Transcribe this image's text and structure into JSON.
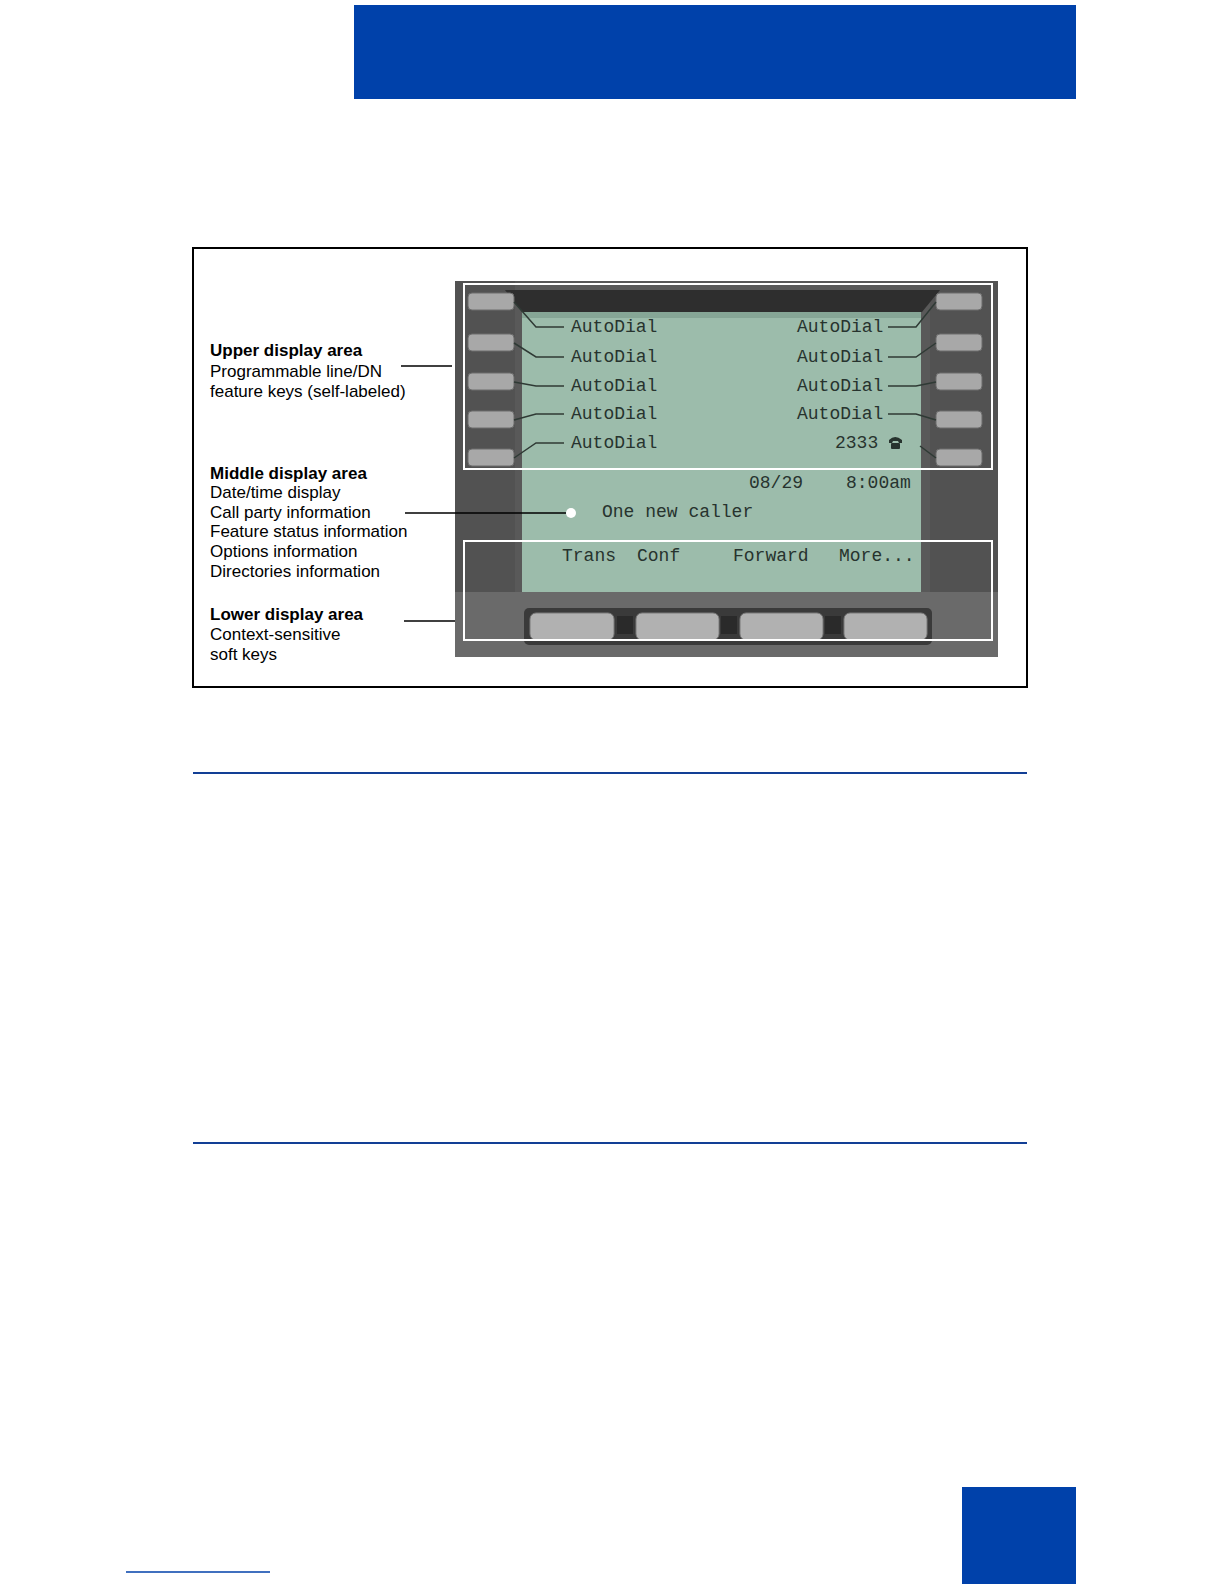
{
  "diagram": {
    "nodes": [
      {
        "text": [
          "AutoDial",
          "AutoDial",
          "AutoDial",
          "AutoDial",
          "AutoDial",
          "AutoDial",
          "AutoDial",
          "AutoDial",
          "AutoDial",
          "2333"
        ]
      },
      {
        "text": [
          "Trans",
          "Conf",
          "Forward",
          "More..."
        ]
      }
    ],
    "labels": [
      "Upper display area",
      "Programmable line/DN feature keys (self-labeled)",
      "Middle display area",
      "Date/time display",
      "Call party information",
      "Feature status information",
      "Options information",
      "Directories information",
      "Lower display area",
      "Context-sensitive soft keys",
      "08/29",
      "8:00am",
      "One new caller"
    ]
  }
}
